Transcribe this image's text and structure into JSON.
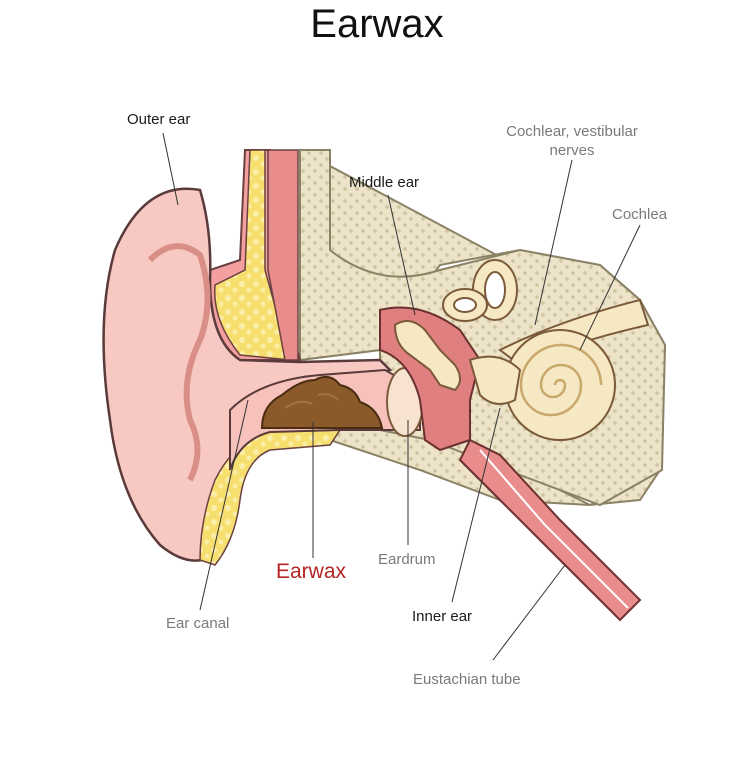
{
  "title": "Earwax",
  "labels": {
    "outer_ear": "Outer ear",
    "middle_ear": "Middle ear",
    "nerves": "Cochlear, vestibular nerves",
    "cochlea": "Cochlea",
    "earwax": "Earwax",
    "eardrum": "Eardrum",
    "ear_canal": "Ear canal",
    "inner_ear": "Inner ear",
    "eustachian_tube": "Eustachian tube"
  },
  "colors": {
    "skin": "#f6c6c0",
    "skin_dark": "#e59a95",
    "bone": "#ece3c8",
    "bone_dots": "#cfc3a1",
    "fat": "#f8e27a",
    "muscle": "#e98c8c",
    "cochlea": "#f6e8c2",
    "earwax": "#8b5a2b",
    "emphasis": "#b32424"
  }
}
